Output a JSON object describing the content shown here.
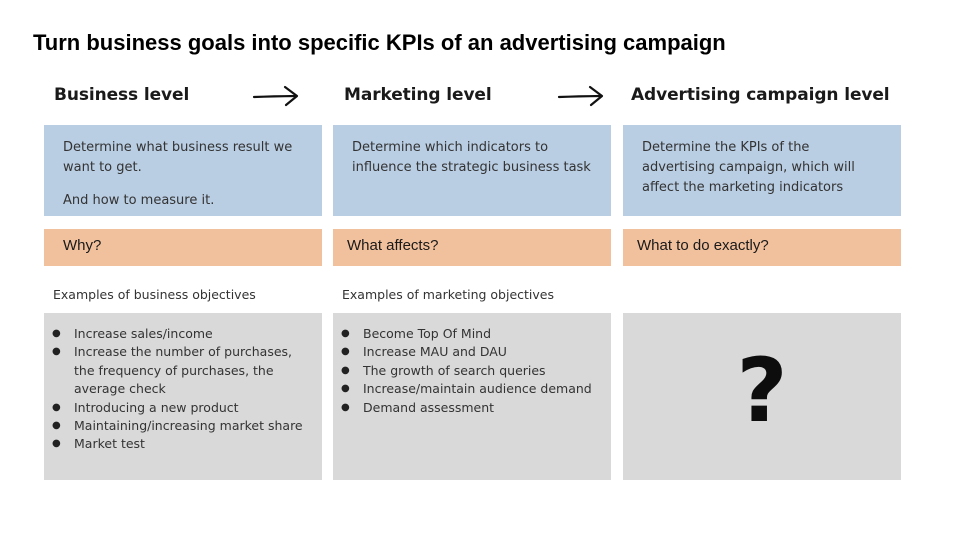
{
  "title": "Turn business goals into specific KPIs of an advertising campaign",
  "columns": [
    {
      "heading": "Business level",
      "description": [
        "Determine what business result we want to get.",
        "And how to measure it."
      ],
      "question": "Why?",
      "caption": "Examples of business objectives",
      "items": [
        "Increase sales/income",
        "Increase the number of purchases, the frequency of purchases, the average check",
        "Introducing a new product",
        "Maintaining/increasing market share",
        "Market test"
      ]
    },
    {
      "heading": "Marketing level",
      "description": [
        "Determine which indicators to influence the strategic business task"
      ],
      "question": "What affects?",
      "caption": "Examples of marketing objectives",
      "items": [
        "Become Top Of Mind",
        "Increase MAU and DAU",
        "The growth of search queries",
        "Increase/maintain audience demand",
        "Demand assessment"
      ]
    },
    {
      "heading": "Advertising campaign level",
      "description": [
        "Determine the KPIs of the advertising campaign, which will affect the marketing indicators"
      ],
      "question": "What to do exactly?",
      "placeholder": "?"
    }
  ],
  "bullet_glyph": "●",
  "colors": {
    "description_box": "#b9cde3",
    "question_box": "#f1c19e",
    "examples_box": "#d9d9d9"
  }
}
